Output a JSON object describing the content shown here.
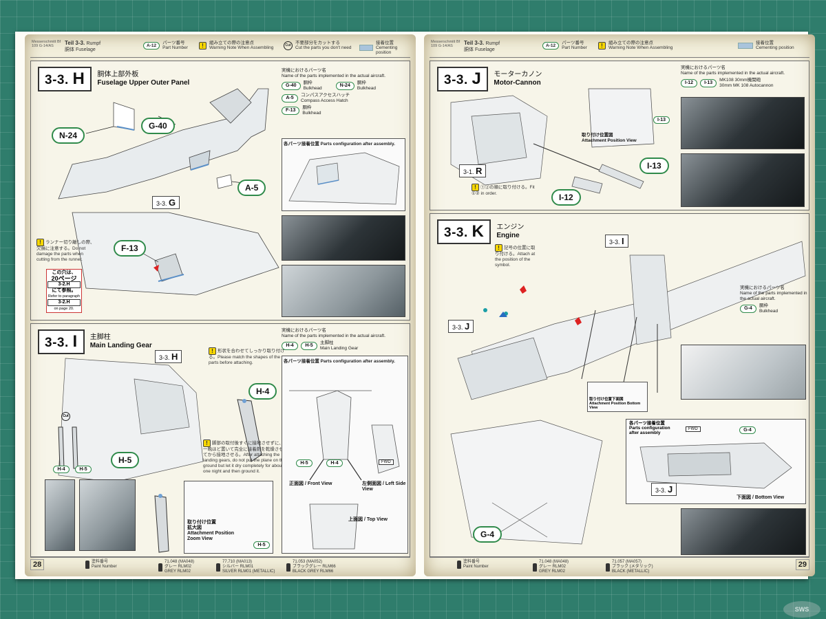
{
  "left_page": {
    "header": {
      "brand": "Messerschmitt Bf 109 G-14/AS",
      "teil": "Teil 3-3.",
      "teil_sub": "Rumpf",
      "teil_jp": "胴体",
      "teil_en": "Fuselage",
      "legend_part_number_badge": "A-12",
      "legend_part_number_jp": "パーツ番号",
      "legend_part_number_en": "Part Number",
      "legend_warning_jp": "組み立ての際の注意点",
      "legend_warning_en": "Warning Note When Assembling",
      "legend_cut_jp": "不要部分をカットする",
      "legend_cut_en": "Cut the parts you don't need",
      "legend_cement_jp": "接着位置",
      "legend_cement_en": "Cementing position"
    },
    "section_h": {
      "code": "3-3.",
      "letter": "H",
      "title_jp": "胴体上部外板",
      "title_en": "Fuselage Upper Outer Panel",
      "parts_heading_jp": "実機におけるパーツ名",
      "parts_heading_en": "Name of the parts implemented in the actual aircraft.",
      "parts": [
        {
          "badge": "G-40",
          "jp": "胴枠",
          "en": "Bulkhead"
        },
        {
          "badge": "N-24",
          "jp": "胴枠",
          "en": "Bulkhead"
        },
        {
          "badge": "A-5",
          "jp": "コンパスアクセスハッチ",
          "en": "Compass Access Hatch"
        },
        {
          "badge": "F-13",
          "jp": "胴枠",
          "en": "Bulkhead"
        }
      ],
      "config_title": "各パーツ接着位置 Parts configuration after assembly.",
      "callouts": [
        "N-24",
        "G-40",
        "A-5",
        "F-13"
      ],
      "ref_label_code": "3-3.",
      "ref_label_letter": "G",
      "warn_note": "ランナー切り離しの際、欠損に注意する。Do not damage the parts when cutting from the runner.",
      "ref_box_line1": "この穴は、",
      "ref_box_line2": "20ページ",
      "ref_box_line3": "3-2.H",
      "ref_box_line4": "にて参照。",
      "ref_box_line5": "Refer to paragraph",
      "ref_box_line6": "3-2.H",
      "ref_box_line7": "on page 20."
    },
    "section_i": {
      "code": "3-3.",
      "letter": "I",
      "title_jp": "主脚柱",
      "title_en": "Main Landing Gear",
      "parts_heading_jp": "実機におけるパーツ名",
      "parts_heading_en": "Name of the parts implemented in the actual aircraft.",
      "parts_badge1": "H-4",
      "parts_badge2": "H-5",
      "parts_jp": "主脚柱",
      "parts_en": "Main Landing Gear",
      "warn1": "形状を合わせてしっかり取り付ける。Please match the shapes of the parts before attaching.",
      "warn2": "脚部の取付後すぐに接地させずに、一晩ほど置いて完全に接着剤を乾燥させてから接地させる。After attaching the landing gears, do not put the plane on the ground but let it dry completely for about one night and then ground it.",
      "ref_label_code": "3-3.",
      "ref_label_letter": "H",
      "callout_h4": "H-4",
      "callout_h5": "H-5",
      "cut_label": "Cut",
      "small_h4": "H-4",
      "small_h5": "H-5",
      "config_title": "各パーツ接着位置 Parts configuration after assembly.",
      "front_view": "正面図 / Front View",
      "left_side_view": "左側面図 / Left Side View",
      "top_view": "上面図 / Top View",
      "fwd": "FWD",
      "zoom_title_jp1": "取り付け位置",
      "zoom_title_jp2": "拡大図",
      "zoom_title_en1": "Attachment Position",
      "zoom_title_en2": "Zoom View",
      "zoom_badge": "H-5",
      "view_badge_h5": "H-5",
      "view_badge_h4": "H-4"
    },
    "footer": {
      "page": "28",
      "paint_label_jp": "塗料番号",
      "paint_label_en": "Paint Number",
      "paints": [
        {
          "code": "71.048 (MA048)",
          "jp": "グレー RLM02",
          "en": "GREY RLM02"
        },
        {
          "code": "77.710 (MA013)",
          "jp": "シルバー RLM01",
          "en": "SILVER RLM01 (METALLIC)"
        },
        {
          "code": "71.053 (MA052)",
          "jp": "ブラックグレー RLM66",
          "en": "BLACK GREY RLM66"
        }
      ]
    }
  },
  "right_page": {
    "header": {
      "brand": "Messerschmitt Bf 109 G-14/AS",
      "teil": "Teil 3-3.",
      "teil_sub": "Rumpf",
      "teil_jp": "胴体",
      "teil_en": "Fuselage",
      "legend_part_number_badge": "A-12",
      "legend_part_number_jp": "パーツ番号",
      "legend_part_number_en": "Part Number",
      "legend_warning_jp": "組み立ての際の注意点",
      "legend_warning_en": "Warning Note When Assembling",
      "legend_cement_jp": "接着位置",
      "legend_cement_en": "Cementing position"
    },
    "section_j": {
      "code": "3-3.",
      "letter": "J",
      "title_jp": "モーターカノン",
      "title_en": "Motor-Cannon",
      "parts_heading_jp": "実機におけるパーツ名",
      "parts_heading_en": "Name of the parts implemented in the actual aircraft.",
      "parts_badge1": "I-12",
      "parts_badge2": "I-13",
      "parts_jp": "MK108 30mm機関砲",
      "parts_en": "30mm MK 108 Autocannon",
      "attach_jp": "取り付け位置図",
      "attach_en": "Attachment Position View",
      "callout_i13": "I-13",
      "callout_i12": "I-12",
      "small_i13": "I-13",
      "ref_label_code": "3-1.",
      "ref_label_letter": "R",
      "warn": "①②の順に取り付ける。Fit ①② in order."
    },
    "section_k": {
      "code": "3-3.",
      "letter": "K",
      "title_jp": "エンジン",
      "title_en": "Engine",
      "warn": "記号の位置に取り付ける。Attach at the position of the symbol.",
      "ref_label_code": "3-3.",
      "ref_label_letter": "I",
      "ref_label2_code": "3-3.",
      "ref_label2_letter": "J",
      "parts_heading_jp": "実機におけるパーツ名",
      "parts_heading_en": "Name of the parts implemented in the actual aircraft.",
      "parts_badge": "G-4",
      "parts_jp": "胴枠",
      "parts_en": "Bulkhead",
      "attach_bottom_jp": "取り付け位置下面図",
      "attach_bottom_en": "Attachment Position Bottom View",
      "config_title_jp": "各パーツ接着位置",
      "config_title_en1": "Parts configuration",
      "config_title_en2": "after assembly",
      "fwd": "FWD",
      "g4_small": "G-4",
      "ref_label3_code": "3-3.",
      "ref_label3_letter": "J",
      "bottom_view": "下面図 / Bottom View",
      "callout_g4": "G-4"
    },
    "footer": {
      "page": "29",
      "paint_label_jp": "塗料番号",
      "paint_label_en": "Paint Number",
      "paints": [
        {
          "code": "71.048 (MA048)",
          "jp": "グレー RLM02",
          "en": "GREY RLM02"
        },
        {
          "code": "71.057 (MA057)",
          "jp": "ブラック (メタリック)",
          "en": "BLACK (METALLIC)"
        }
      ]
    }
  },
  "watermark": "SWS"
}
